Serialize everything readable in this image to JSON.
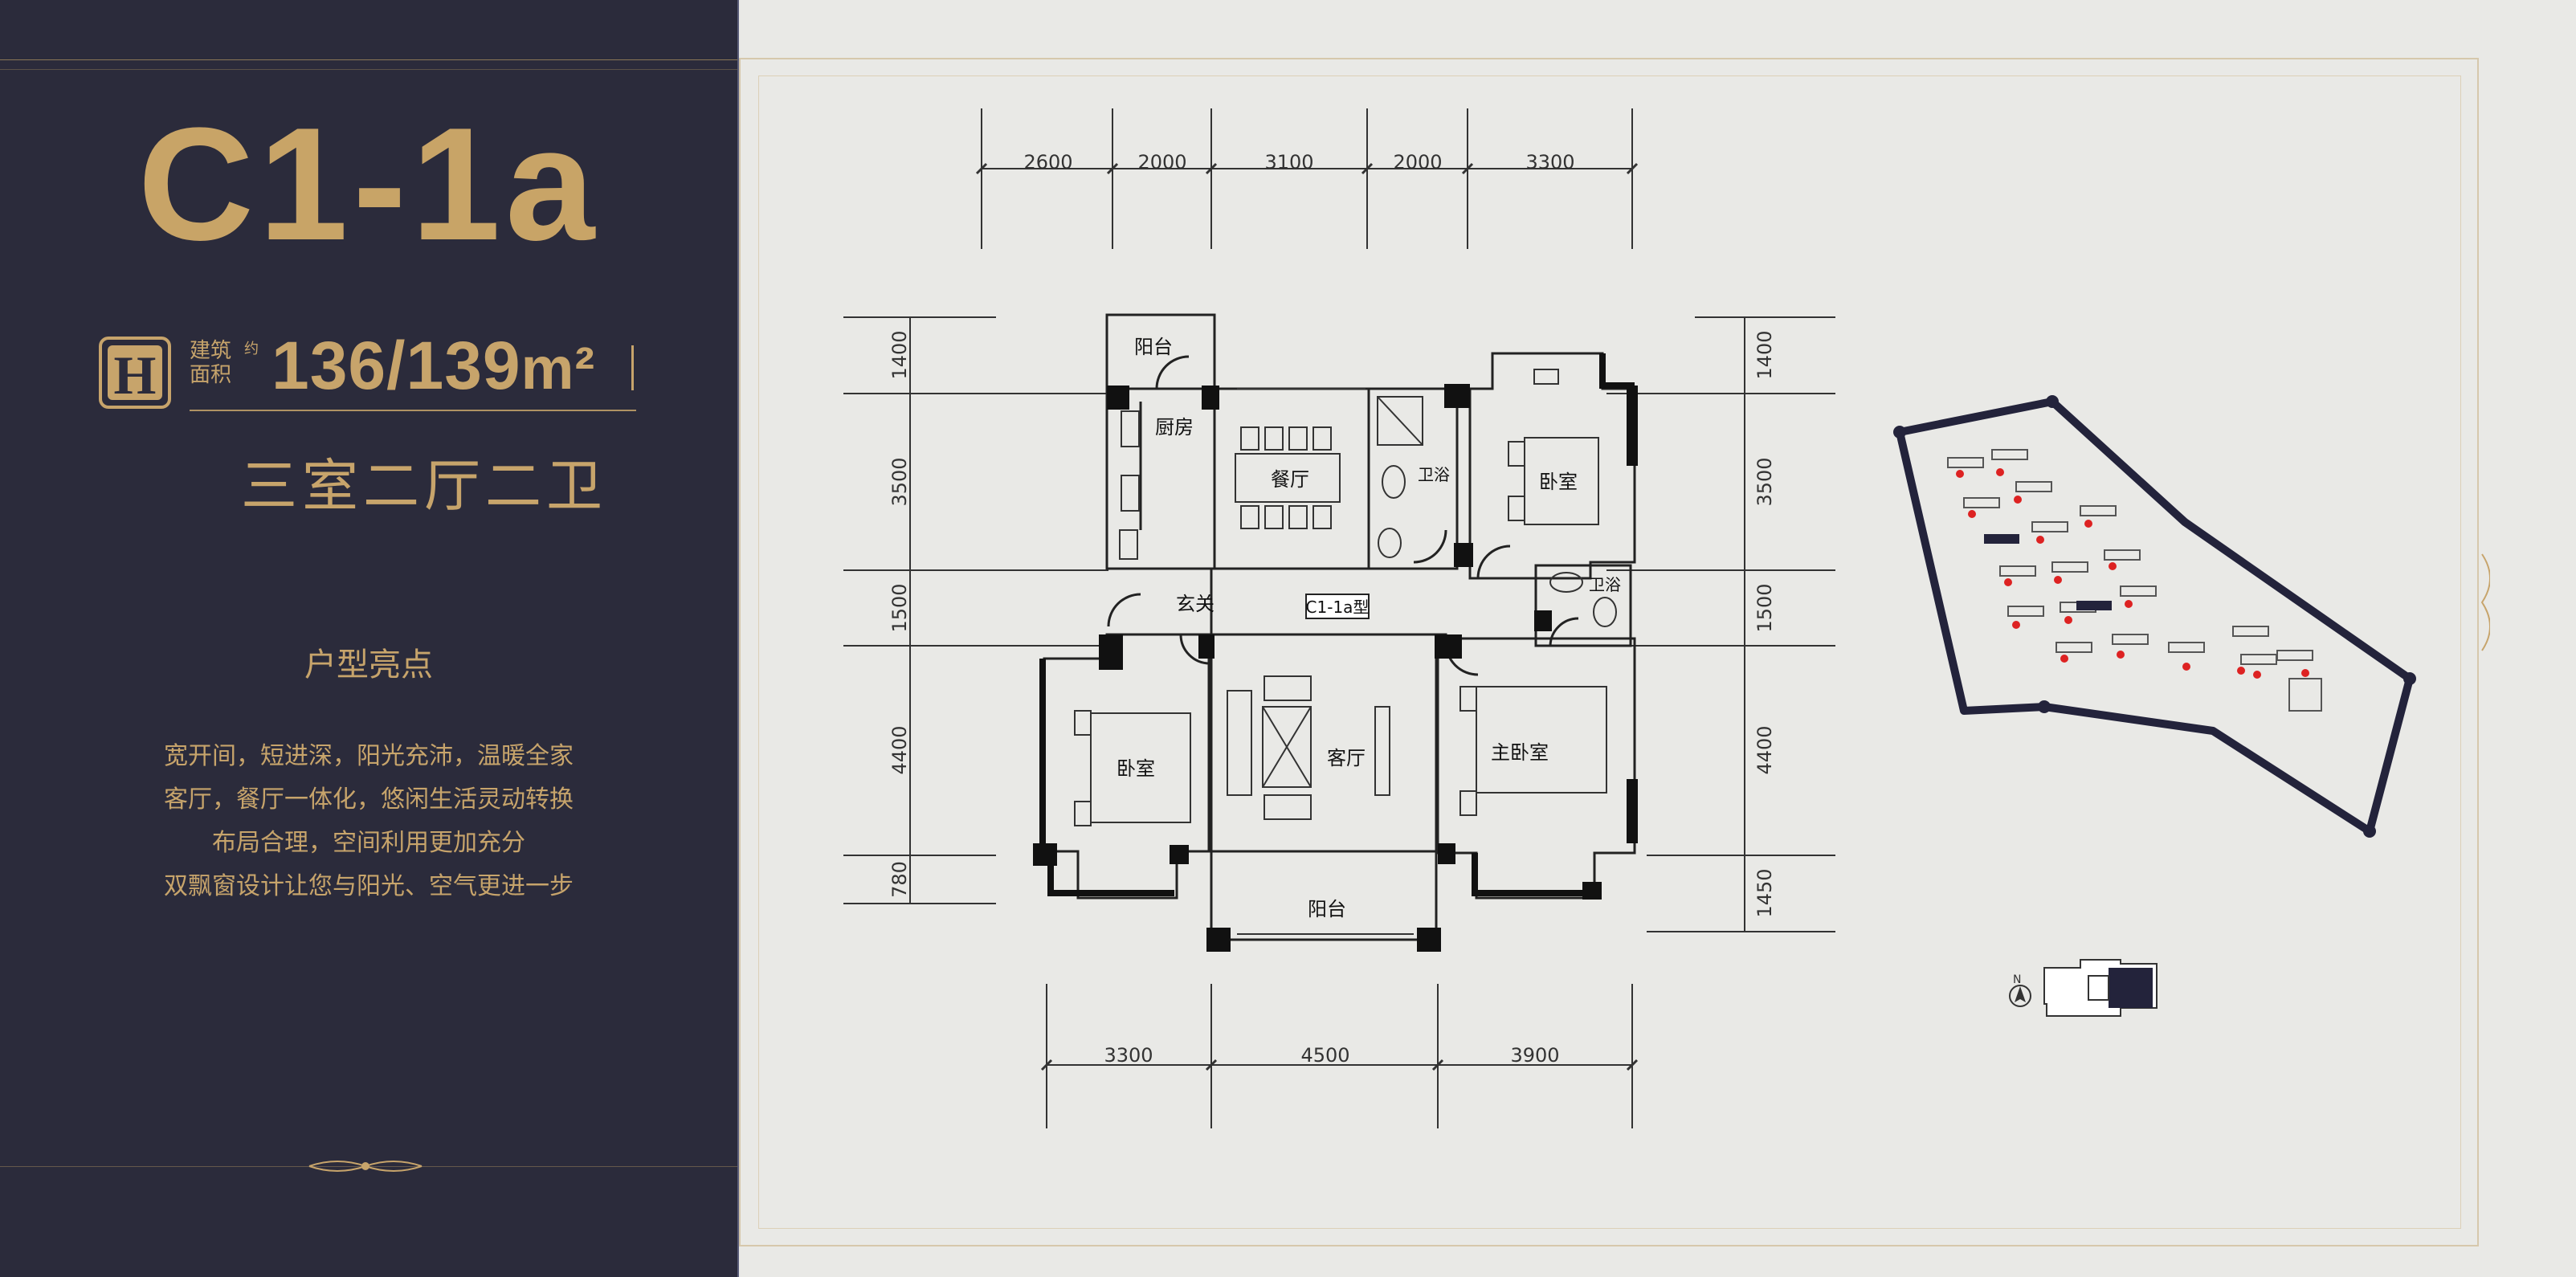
{
  "unit": {
    "code": "C1-1a",
    "badge_letter": "H",
    "area_label_line1": "建筑",
    "area_label_line2": "面积",
    "area_label_sup": "约",
    "area_value": "136/139",
    "area_unit": "m²",
    "room_config": "三室二厅二卫"
  },
  "highlights": {
    "title": "户型亮点",
    "items": [
      "宽开间，短进深，阳光充沛，温暖全家",
      "客厅，餐厅一体化，悠闲生活灵动转换",
      "布局合理，空间利用更加充分",
      "双飘窗设计让您与阳光、空气更进一步"
    ]
  },
  "dimensions": {
    "top": [
      "2600",
      "2000",
      "3100",
      "2000",
      "3300"
    ],
    "bottom": [
      "3300",
      "4500",
      "3900"
    ],
    "left": [
      "1400",
      "3500",
      "1500",
      "4400",
      "780"
    ],
    "right": [
      "1400",
      "3500",
      "1500",
      "4400",
      "1450"
    ]
  },
  "rooms": {
    "balcony_top": "阳台",
    "kitchen": "厨房",
    "dining": "餐厅",
    "bath1": "卫浴",
    "bedroom_ne": "卧室",
    "entrance": "玄关",
    "type_label": "C1-1a型",
    "bath2": "卫浴",
    "bedroom_w": "卧室",
    "living": "客厅",
    "master": "主卧室",
    "balcony_bottom": "阳台"
  },
  "compass": "N",
  "colors": {
    "panel": "#2b2b3b",
    "gold": "#c7a46b",
    "wall": "#111111"
  }
}
